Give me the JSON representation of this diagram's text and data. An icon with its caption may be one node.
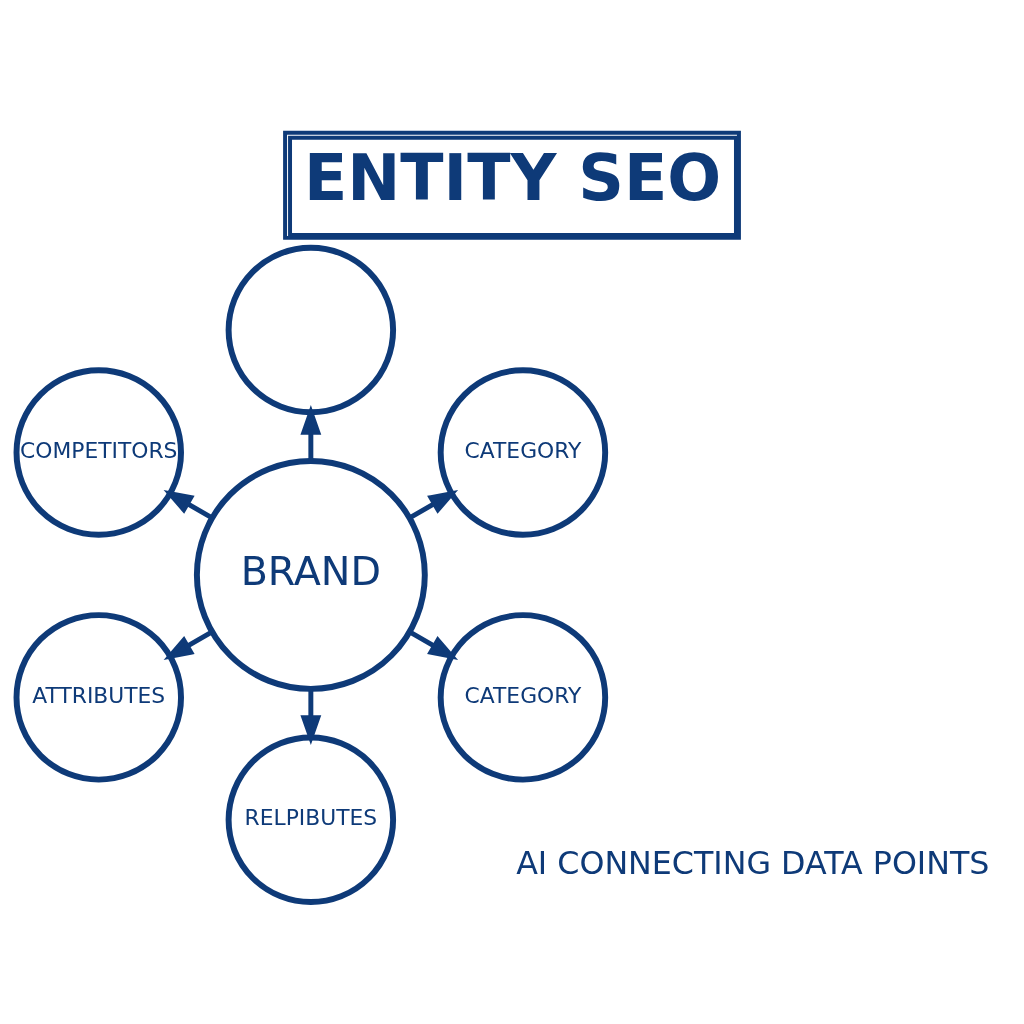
{
  "diagram": {
    "title": "ENTITY SEO",
    "nodes": [
      {
        "text": [
          "CATEGORY"
        ]
      },
      {
        "text": [],
        "shape": "circle"
      },
      {
        "text": [
          "COMPETITORS"
        ]
      },
      {
        "text": [
          "BRAND"
        ]
      },
      {
        "text": [
          "ATTRIBUTES"
        ]
      },
      {
        "text": [
          "RELPIBUTES"
        ]
      },
      {
        "text": [
          "CATEGORY"
        ]
      }
    ],
    "edges": [
      {
        "from": 3,
        "to": 0,
        "arrow": "to"
      },
      {
        "from": 3,
        "to": 1,
        "arrow": "to"
      },
      {
        "from": 3,
        "to": 2,
        "arrow": "to"
      },
      {
        "from": 3,
        "to": 4,
        "arrow": "to"
      },
      {
        "from": 3,
        "to": 5,
        "arrow": "to"
      },
      {
        "from": 3,
        "to": 6,
        "arrow": "to"
      }
    ],
    "labels": [
      "AI CONNECTING DATA POINTS"
    ]
  }
}
